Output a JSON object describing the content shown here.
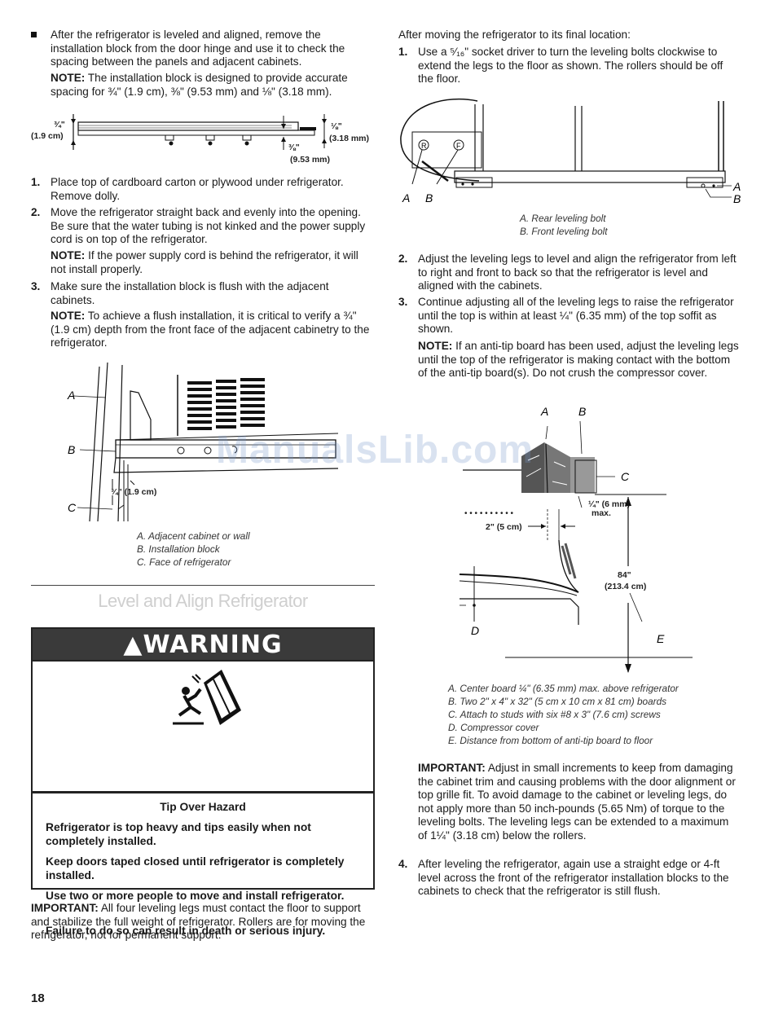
{
  "left": {
    "bullet": "After the refrigerator is leveled and aligned, remove the installation block from the door hinge and use it to check the spacing between the panels and adjacent cabinets.",
    "note1_label": "NOTE:",
    "note1_text": " The installation block is designed to provide accurate spacing for ¾\" (1.9 cm), ⅜\" (9.53 mm) and ⅛\" (3.18 mm).",
    "fig1": {
      "d1": "¾\"",
      "d1b": "(1.9 cm)",
      "d2": "⅛\"",
      "d2b": "(3.18 mm)",
      "d3": "⅜\"",
      "d3b": "(9.53 mm)"
    },
    "steps": [
      {
        "num": "1.",
        "text": "Place top of cardboard carton or plywood under refrigerator. Remove dolly."
      },
      {
        "num": "2.",
        "text": "Move the refrigerator straight back and evenly into the opening. Be sure that the water tubing is not kinked and the power supply cord is on top of the refrigerator."
      },
      {
        "num": "3.",
        "text": "Make sure the installation block is flush with the adjacent cabinets."
      }
    ],
    "note2_label": "NOTE:",
    "note2_text": " If the power supply cord is behind the refrigerator, it will not install properly.",
    "note3_label": "NOTE:",
    "note3_text": " To achieve a flush installation, it is critical to verify a ¾\" (1.9 cm) depth from the front face of the adjacent cabinetry to the refrigerator.",
    "fig2": {
      "label_a": "A",
      "label_b": "B",
      "label_c": "C",
      "dim": "¾\" (1.9 cm)",
      "captions": [
        "A. Adjacent cabinet or wall",
        "B. Installation block",
        "C. Face of refrigerator"
      ]
    },
    "section_title": "Level and Align Refrigerator",
    "warning": {
      "header": "WARNING",
      "hazard_title": "Tip Over Hazard",
      "lines": [
        "Refrigerator is top heavy and tips easily when not completely installed.",
        "Keep doors taped closed until refrigerator is completely installed.",
        "Use two or more people to move and install refrigerator.",
        "Failure to do so can result in death or serious injury."
      ]
    },
    "important_label": "IMPORTANT:",
    "important_text": " All four leveling legs must contact the floor to support and stabilize the full weight of refrigerator. Rollers are for moving the refrigerator, not for permanent support."
  },
  "right": {
    "intro": "After moving the refrigerator to its final location:",
    "steps": [
      {
        "num": "1.",
        "text": "Use a ⁵⁄₁₆\" socket driver to turn the leveling bolts clockwise to extend the legs to the floor as shown. The rollers should be off the floor."
      },
      {
        "num": "2.",
        "text": "Adjust the leveling legs to level and align the refrigerator from left to right and front to back so that the refrigerator is level and aligned with the cabinets."
      },
      {
        "num": "3.",
        "text": "Continue adjusting all of the leveling legs to raise the refrigerator until the top is within at least ¼\" (6.35 mm) of the top soffit as shown."
      },
      {
        "num": "4.",
        "text": "After leveling the refrigerator, again use a straight edge or 4-ft level across the front of the refrigerator installation blocks to the cabinets to check that the refrigerator is still flush."
      }
    ],
    "fig3": {
      "label_a": "A",
      "label_b": "B",
      "label_a2": "A",
      "label_b2": "B",
      "circle_r": "R",
      "circle_f": "F",
      "captions": [
        "A. Rear leveling bolt",
        "B. Front leveling bolt"
      ]
    },
    "note_label": "NOTE:",
    "note_text": " If an anti-tip board has been used, adjust the leveling legs until the top of the refrigerator is making contact with the bottom of the anti-tip board(s). Do not crush the compressor cover.",
    "fig4": {
      "label_a": "A",
      "label_b": "B",
      "label_c": "C",
      "label_d": "D",
      "label_e": "E",
      "dim1a": "¼\" (6 mm)",
      "dim1b": "max.",
      "dim2": "2\" (5 cm)",
      "dim3a": "84\"",
      "dim3b": "(213.4 cm)",
      "captions": [
        "A. Center board ¼\" (6.35 mm) max. above refrigerator",
        "B. Two 2\" x 4\" x 32\" (5 cm x 10 cm x 81 cm) boards",
        "C. Attach to studs with six #8 x 3\" (7.6 cm) screws",
        "D. Compressor cover",
        "E. Distance from bottom of anti-tip board to floor"
      ]
    },
    "important_label": "IMPORTANT:",
    "important_text": " Adjust in small increments to keep from damaging the cabinet trim and causing problems with the door alignment or top grille fit. To avoid damage to the cabinet or leveling legs, do not apply more than 50 inch-pounds (5.65 Nm) of torque to the leveling bolts. The leveling legs can be extended to a maximum of 1¼\" (3.18 cm) below the rollers."
  },
  "page_number": "18",
  "watermark": "ManualsLib.com"
}
